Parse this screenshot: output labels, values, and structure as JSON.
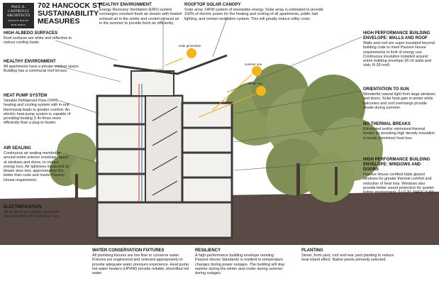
{
  "logo": {
    "line1": "PAUL A.",
    "line2": "CASTRUCCI",
    "line3": "ARCHITECTS",
    "line4": "PASSIVE HOUSE BUILDINGS"
  },
  "title": {
    "line1": "702 HANCOCK ST",
    "line2": "SUSTAINABILITY",
    "line3": "MEASURES"
  },
  "sections": {
    "albedo": {
      "heading": "HIGH ALBEDO SURFACES",
      "body": "Roof surfaces are white and reflective to reduce cooling loads."
    },
    "healthy_left": {
      "heading": "HEALTHY ENVIRONMENT",
      "body": "All apartments have a private outdoor space. Building has a communal roof terrace."
    },
    "heat_pump": {
      "heading": "HEAT PUMP SYSTEM",
      "body": "Variable Refrigerant Flow (VRF) heating and cooling system with in-unit thermostat leads to greater comfort. An electric heat pump system is capable of providing heating 3-4x times more efficiently than a plug-in heater."
    },
    "air_sealing": {
      "heading": "AIR SEALING",
      "body": "Continuous air sealing membrane around entire exterior envelope, taped at windows and doors, to reduce energy loss. Air tightness measured by blower door test, approximately 50x better than code and meets Passive House requirement."
    },
    "electrification": {
      "heading": "ELECTRIFICATION",
      "body": "All systems are electric powered. Disconnection of Fossil Fuel use."
    },
    "healthy_top": {
      "heading": "HEALTHY ENVIRONMENT",
      "body": "Energy Recovery Ventilation (ERV) system exchanges constant fresh air stream with heated exhaust air in the winter and cooled exhaust air in the summer to provide fresh air efficiently."
    },
    "solar": {
      "heading": "ROOFTOP SOLAR CANOPY",
      "body": "Solar array 14KW system of renewable energy. Solar array is estimated to provide 100% of electric power for the heating and cooling of all apartments, public hall lighting, and central ventilation system. This will greatly reduce utility costs."
    },
    "envelope": {
      "heading": "HIGH PERFORMANCE BUILDING ENVELOPE: WALLS AND ROOF",
      "body": "Walls and roof are super insulated beyond building code to meet Passive House requirements to limit of energy use. Continuous insulation installed around entire building envelope (R-16 walls and slab, R-39 roof)"
    },
    "orientation": {
      "heading": "ORIENTATION TO SUN",
      "body": "Wonderful natural light from large windows and doors. Solar heat gain in winter while balconies and roof overhangs provide shade during summer."
    },
    "thermal": {
      "heading": "NO THERMAL BREAKS",
      "body": "Eliminated and/or minimized thermal breaks by providing high density insulation to break (minimize) heat loss"
    },
    "windows": {
      "heading": "HIGH PERFORMANCE BUILDING ENVELOPE: WINDOWS AND DOORS",
      "body": "Passive House certified triple glazed windows for greater thermal comfort and reduction of heat loss. Windows also provide better sound protection for quieter indoor environment. (U-0.20, SHGC-0.30)"
    },
    "water": {
      "heading": "WATER CONSERVATION FIXTURES",
      "body": "All plumbing fixtures are low flow to conserve water. Fixtures are engineered and selected appropriately to provide adequate water pressure experience. Heat pump hot water heaters (HPHW) provide reliable, electrified hot water."
    },
    "resiliency": {
      "heading": "RESILIENCY",
      "body": "A high-performance building envelope meeting Passive House Standards is resilient to temperature changes during power outages. The building will stay warmer during the winter and cooler during summer during outages."
    },
    "planting": {
      "heading": "PLANTING",
      "body": "Street, front yard, roof and rear yard planting to reduce heat island effect. Native plants primarily selected."
    }
  },
  "diagram": {
    "erv_label": "ERV",
    "solar_generation": "solar generation",
    "summer_sun": "summer sun",
    "winter_sun": "winter sun"
  },
  "colors": {
    "ground": "#5a4a45",
    "wall": "#3a3a3a",
    "sun": "#f2b51b",
    "tree": "#7f8f55",
    "ray": "#e9a91a"
  }
}
